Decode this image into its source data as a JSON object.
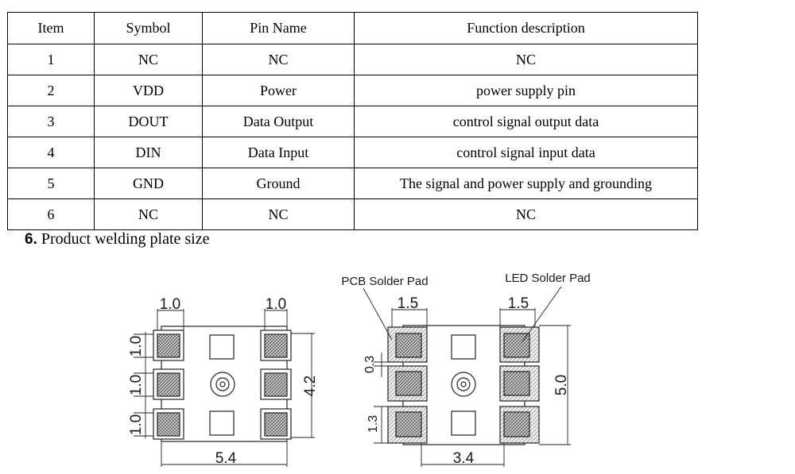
{
  "table": {
    "headers": [
      "Item",
      "Symbol",
      "Pin Name",
      "Function description"
    ],
    "rows": [
      [
        "1",
        "NC",
        "NC",
        "NC"
      ],
      [
        "2",
        "VDD",
        "Power",
        "power supply pin"
      ],
      [
        "3",
        "DOUT",
        "Data Output",
        "control signal output data"
      ],
      [
        "4",
        "DIN",
        "Data Input",
        "control signal input data"
      ],
      [
        "5",
        "GND",
        "Ground",
        "The signal and power supply and grounding"
      ],
      [
        "6",
        "NC",
        "NC",
        "NC"
      ]
    ]
  },
  "section": {
    "number": "6.",
    "title": "Product welding plate size"
  },
  "diagram": {
    "left": {
      "dim_top_left": "1.0",
      "dim_top_right": "1.0",
      "dim_left_1": "1.0",
      "dim_left_2": "1.0",
      "dim_left_3": "1.0",
      "dim_right": "4.2",
      "dim_bottom": "5.4"
    },
    "right": {
      "pcb_label": "PCB Solder Pad",
      "led_label": "LED Solder Pad",
      "dim_top_left": "1.5",
      "dim_top_right": "1.5",
      "dim_left_gap": "0.3",
      "dim_left_pad": "1.3",
      "dim_right": "5.0",
      "dim_bottom": "3.4"
    }
  }
}
